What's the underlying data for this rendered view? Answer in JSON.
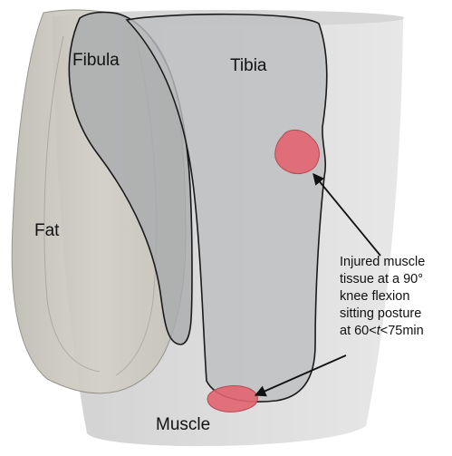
{
  "labels": {
    "fibula": "Fibula",
    "tibia": "Tibia",
    "fat": "Fat",
    "muscle": "Muscle"
  },
  "annotation": {
    "line1": "Injured muscle",
    "line2": "tissue at a 90°",
    "line3": "knee flexion",
    "line4": "sitting posture",
    "line5_prefix": "at 60<",
    "line5_var": "t",
    "line5_suffix": "<75min"
  },
  "colors": {
    "muscle": "#d9d9d9",
    "fat": "#c9c7bd",
    "fibula": "#a9abae",
    "tibia": "#bdbec1",
    "injury": "#e2646f",
    "outline": "#1a1a1a"
  }
}
